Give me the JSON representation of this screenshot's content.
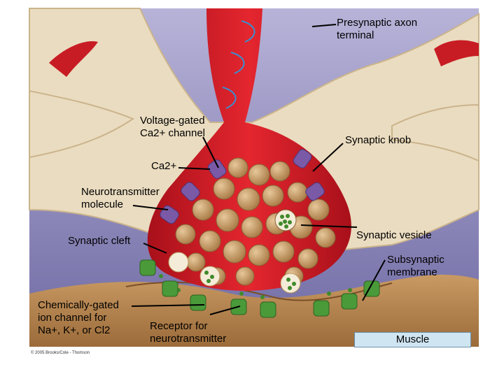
{
  "labels": {
    "presynaptic": "Presynaptic axon\nterminal",
    "voltage_gated": "Voltage-gated\nCa2+ channel",
    "synaptic_knob": "Synaptic knob",
    "ca2": "Ca2+",
    "neurotransmitter_molecule": "Neurotransmitter\nmolecule",
    "synaptic_vesicle": "Synaptic vesicle",
    "synaptic_cleft": "Synaptic cleft",
    "subsynaptic_membrane": "Subsynaptic\nmembrane",
    "chemically_gated": "Chemically-gated\nion channel for\nNa+, K+, or Cl2",
    "receptor": "Receptor for\nneurotransmitter",
    "muscle": "Muscle"
  },
  "copyright": "© 2005 Brooks/Cole - Thomson",
  "colors": {
    "background_purple": "#8a86b8",
    "tissue_cream": "#eadcc0",
    "axon_red": "#d81f2a",
    "vesicle_tan": "#c9a06a",
    "muscle_brown": "#b98a55",
    "channel_purple": "#7a5aa6",
    "receptor_green": "#4a9a3a"
  }
}
